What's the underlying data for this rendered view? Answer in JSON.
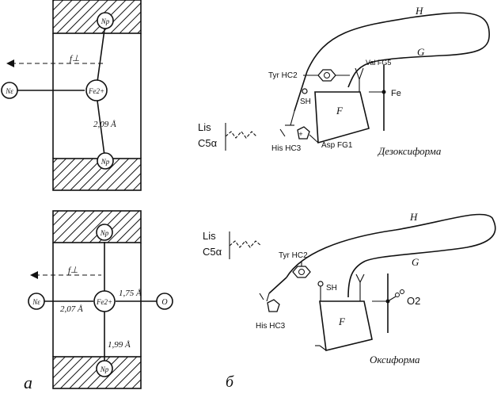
{
  "panel_a": {
    "label": "а",
    "top": {
      "np_top": "Np",
      "np_bottom": "Np",
      "ne": "Nε",
      "fe": "Fe2+",
      "force": "f⊥",
      "distance": "2,09 Å"
    },
    "bottom": {
      "np_top": "Np",
      "np_bottom": "Np",
      "ne": "Nε",
      "fe": "Fe2+",
      "o": "O",
      "force": "f⊥",
      "dist_left": "2,07 Å",
      "dist_right": "1,75 Å",
      "dist_down": "1,99 Å"
    }
  },
  "panel_b": {
    "label": "б",
    "top": {
      "helix_h": "H",
      "helix_g": "G",
      "helix_f": "F",
      "tyr": "Tyr HC2",
      "val": "Val FG5",
      "sh": "SH",
      "fe": "Fe",
      "his": "His HC3",
      "asp": "Asp FG1",
      "lis": "Lis",
      "c5a": "C5α",
      "state": "Дезоксиформа"
    },
    "bottom": {
      "helix_h": "H",
      "helix_g": "G",
      "helix_f": "F",
      "tyr": "Tyr HC2",
      "sh": "SH",
      "o2": "O2",
      "his": "His HC3",
      "lis": "Lis",
      "c5a": "C5α",
      "state": "Оксиформа"
    }
  }
}
